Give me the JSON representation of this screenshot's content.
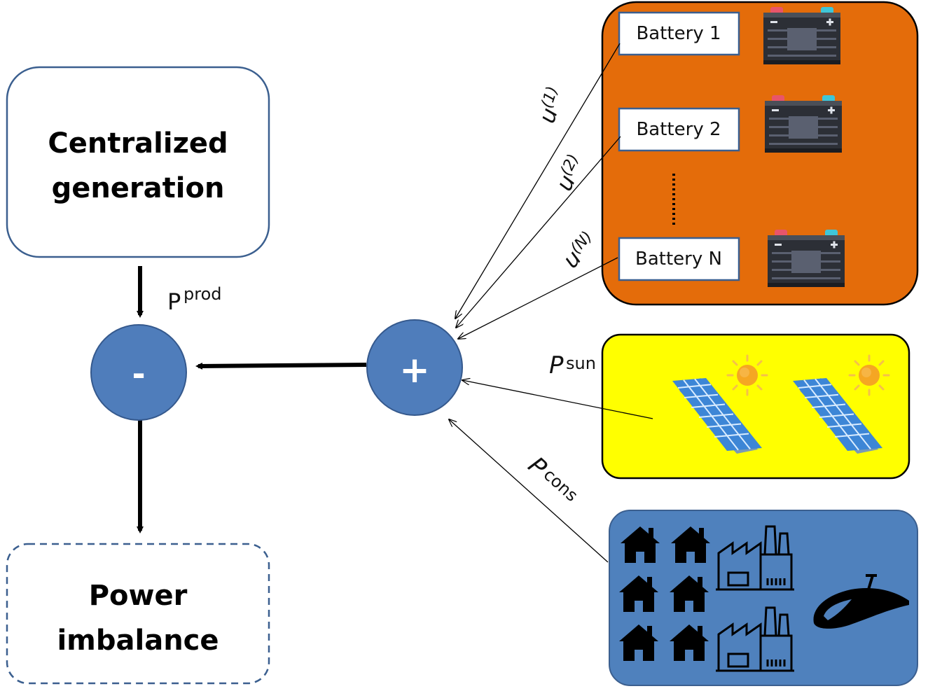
{
  "colors": {
    "circle_fill": "#4f7dbb",
    "circle_stroke": "#35598d",
    "storage_fill": "#e46c0a",
    "solar_fill": "#ffff00",
    "demand_fill": "#4f81bd",
    "box_stroke": "#3b5f8f",
    "panel_blue": "#3d86d6",
    "sun_orange": "#f5a623"
  },
  "generation": {
    "line1": "Centralized",
    "line2": "generation"
  },
  "imbalance": {
    "line1": "Power",
    "line2": "imbalance"
  },
  "minus_node": {
    "symbol": "-"
  },
  "plus_node": {
    "symbol": "+"
  },
  "p_prod": {
    "base": "P",
    "sup": "prod"
  },
  "p_sun": {
    "base": "P",
    "sup": "sun"
  },
  "p_cons": {
    "base": "P",
    "sup": "cons"
  },
  "batteries": [
    {
      "label": "Battery 1",
      "flow_base": "u",
      "flow_sup": "(1)"
    },
    {
      "label": "Battery 2",
      "flow_base": "u",
      "flow_sup": "(2)"
    },
    {
      "label": "Battery N",
      "flow_base": "u",
      "flow_sup": "(N)"
    }
  ],
  "icons": {
    "storage": "car-battery-icon",
    "solar": "solar-panel-icon",
    "sun": "sun-icon",
    "house": "house-icon",
    "factory": "factory-icon",
    "train": "high-speed-train-icon"
  }
}
